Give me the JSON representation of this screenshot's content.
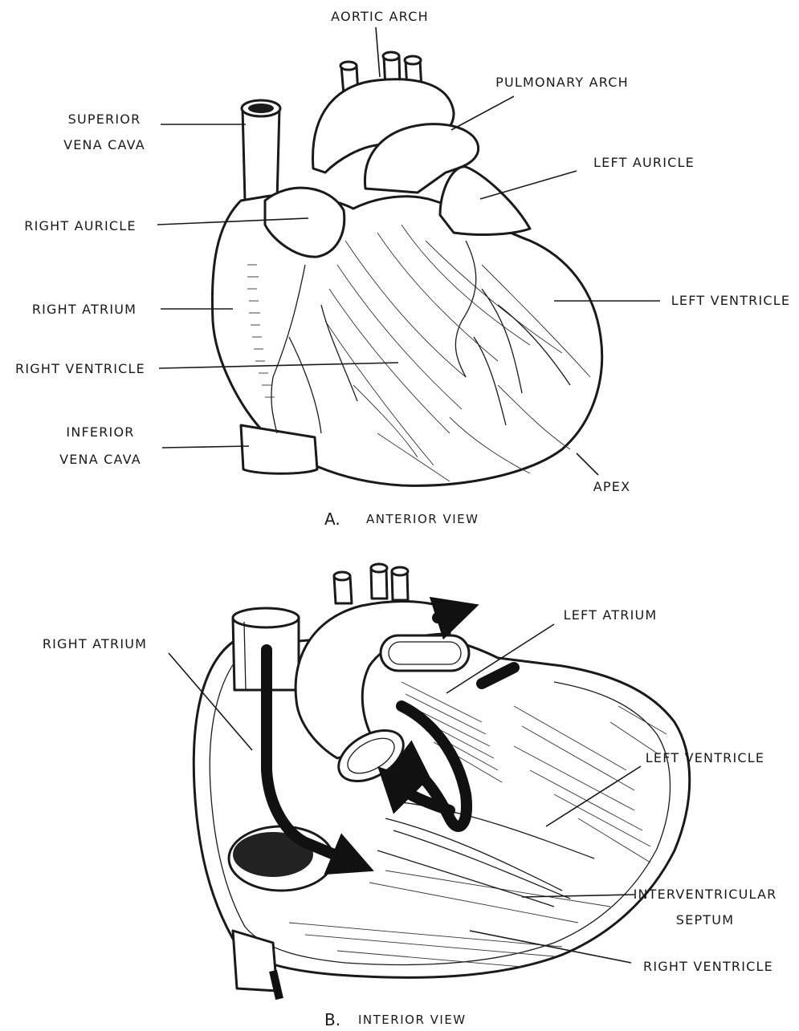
{
  "view_a": {
    "labels": {
      "aortic_arch": "AORTIC ARCH",
      "pulmonary_arch": "PULMONARY ARCH",
      "superior_vena_cava_1": "SUPERIOR",
      "superior_vena_cava_2": "VENA CAVA",
      "left_auricle": "LEFT AURICLE",
      "right_auricle": "RIGHT AURICLE",
      "right_atrium": "RIGHT ATRIUM",
      "left_ventricle": "LEFT VENTRICLE",
      "right_ventricle": "RIGHT VENTRICLE",
      "inferior_vena_cava_1": "INFERIOR",
      "inferior_vena_cava_2": "VENA CAVA",
      "apex": "APEX"
    },
    "caption_letter": "A.",
    "caption_text": "ANTERIOR VIEW"
  },
  "view_b": {
    "labels": {
      "right_atrium": "RIGHT ATRIUM",
      "left_atrium": "LEFT ATRIUM",
      "left_ventricle": "LEFT VENTRICLE",
      "interventricular_septum_1": "INTERVENTRICULAR",
      "interventricular_septum_2": "SEPTUM",
      "right_ventricle": "RIGHT VENTRICLE"
    },
    "caption_letter": "B.",
    "caption_text": "INTERIOR VIEW"
  }
}
